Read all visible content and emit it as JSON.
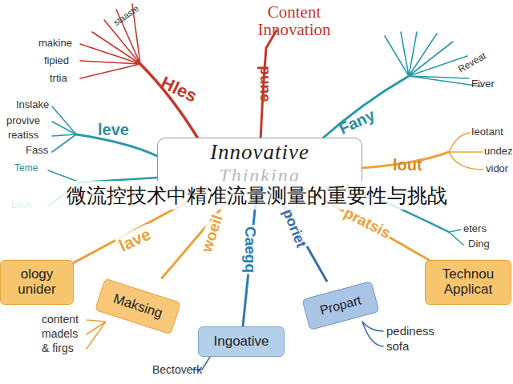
{
  "diagram": {
    "title": "微流控技术中精准流量测量的重要性与挑战",
    "nodes": [
      {
        "text": [
          "Innovative",
          "Thinking"
        ]
      },
      {
        "text": [
          "ology unider"
        ]
      },
      {
        "text": [
          "Technou Applicat"
        ]
      },
      {
        "text": [
          "Maksing"
        ]
      },
      {
        "text": [
          "Ingoative"
        ]
      },
      {
        "text": [
          "Propart"
        ]
      }
    ],
    "edges": [
      {
        "from": 0,
        "to": 1,
        "label": "lave",
        "arrow": "none"
      },
      {
        "from": 0,
        "to": 3,
        "label": "woeil",
        "arrow": "none"
      },
      {
        "from": 0,
        "to": 4,
        "label": "Caegq",
        "arrow": "none"
      },
      {
        "from": 0,
        "to": 5,
        "label": "poriet",
        "arrow": "none"
      },
      {
        "from": 0,
        "to": 2,
        "label": "pratsis",
        "arrow": "none"
      }
    ],
    "labels": [
      "Content Innovation",
      "Hles",
      "pune",
      "Fany",
      "leve",
      "lout",
      "makine",
      "fipied",
      "trtia",
      "Inslake",
      "provive",
      "reatiss",
      "Fass",
      "Teme",
      "Leve",
      "Ieotant",
      "undez",
      "vidor",
      "eters",
      "Ding",
      "content",
      "madels",
      "& firgs",
      "Bectoverk",
      "pediness",
      "sofa",
      "Fiver",
      "Reveat",
      "staaste"
    ]
  }
}
